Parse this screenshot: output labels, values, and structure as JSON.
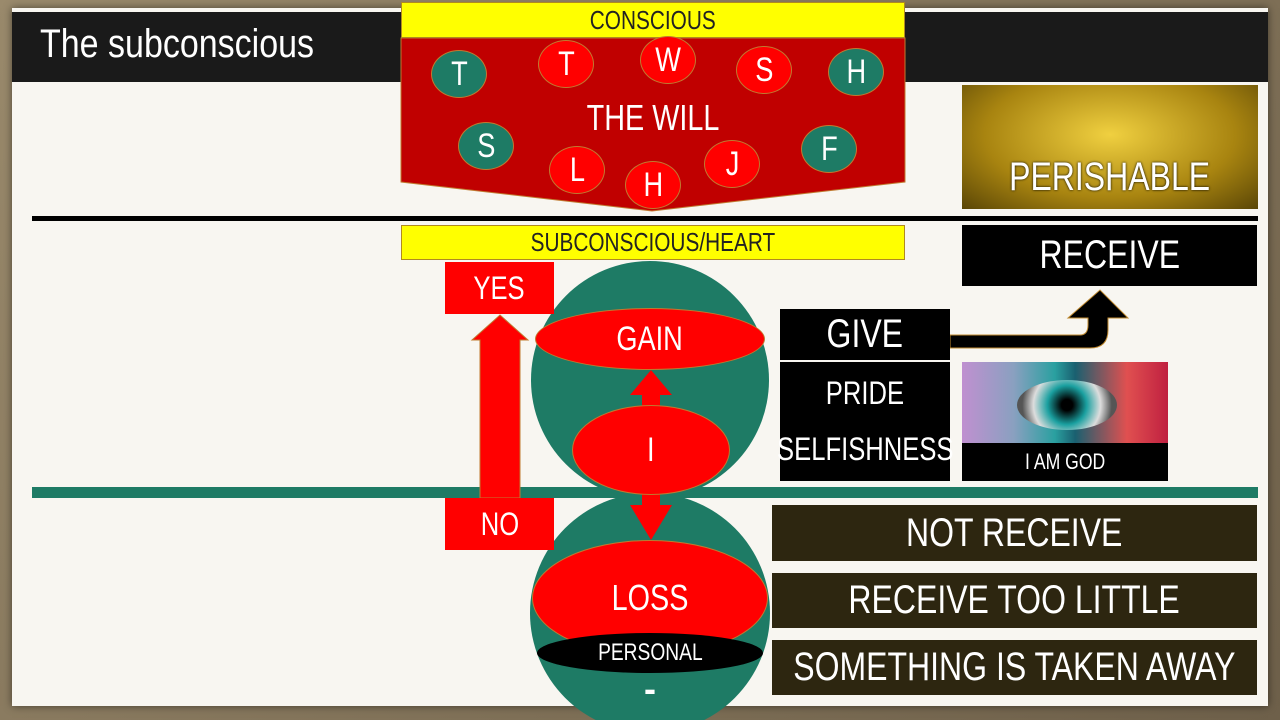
{
  "title": "The subconscious",
  "conscious": {
    "label": "CONSCIOUS",
    "will_label": "THE WILL",
    "circles": [
      {
        "letter": "T",
        "color": "green"
      },
      {
        "letter": "T",
        "color": "red"
      },
      {
        "letter": "W",
        "color": "red"
      },
      {
        "letter": "S",
        "color": "red"
      },
      {
        "letter": "H",
        "color": "green"
      },
      {
        "letter": "S",
        "color": "green"
      },
      {
        "letter": "L",
        "color": "red"
      },
      {
        "letter": "H",
        "color": "red"
      },
      {
        "letter": "J",
        "color": "red"
      },
      {
        "letter": "F",
        "color": "green"
      }
    ]
  },
  "subconscious": {
    "label": "SUBCONSCIOUS/HEART",
    "yes": "YES",
    "no": "NO",
    "gain": "GAIN",
    "i": "I",
    "loss": "LOSS",
    "personal": "PERSONAL",
    "minus": "-"
  },
  "right": {
    "perishable": "PERISHABLE",
    "receive": "RECEIVE",
    "give": "GIVE",
    "pride": "PRIDE",
    "selfishness": "SELFISHNESS",
    "i_am_god": "I AM GOD",
    "outcomes": [
      "NOT RECEIVE",
      "RECEIVE TOO LITTLE",
      "SOMETHING IS TAKEN AWAY"
    ]
  },
  "colors": {
    "red": "#ff0000",
    "dark_red": "#c00000",
    "green": "#1e7b65",
    "yellow": "#ffff00",
    "dark": "#2d2610"
  }
}
